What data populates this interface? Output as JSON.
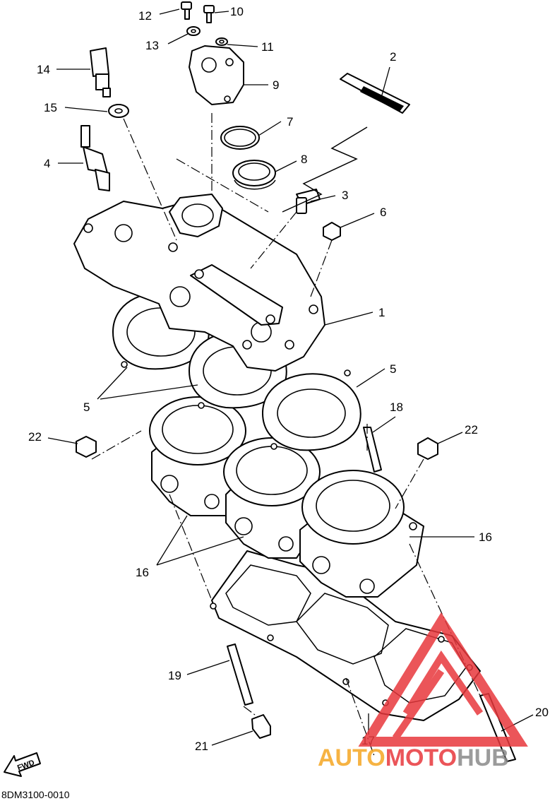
{
  "callouts": [
    {
      "id": "c12",
      "text": "12"
    },
    {
      "id": "c10",
      "text": "10"
    },
    {
      "id": "c13",
      "text": "13"
    },
    {
      "id": "c11",
      "text": "11"
    },
    {
      "id": "c14",
      "text": "14"
    },
    {
      "id": "c2",
      "text": "2"
    },
    {
      "id": "c9",
      "text": "9"
    },
    {
      "id": "c15",
      "text": "15"
    },
    {
      "id": "c7",
      "text": "7"
    },
    {
      "id": "c4",
      "text": "4"
    },
    {
      "id": "c8",
      "text": "8"
    },
    {
      "id": "c3",
      "text": "3"
    },
    {
      "id": "c6",
      "text": "6"
    },
    {
      "id": "c1",
      "text": "1"
    },
    {
      "id": "c5a",
      "text": "5"
    },
    {
      "id": "c5b",
      "text": "5"
    },
    {
      "id": "c18",
      "text": "18"
    },
    {
      "id": "c22a",
      "text": "22"
    },
    {
      "id": "c22b",
      "text": "22"
    },
    {
      "id": "c16a",
      "text": "16"
    },
    {
      "id": "c16b",
      "text": "16"
    },
    {
      "id": "c19",
      "text": "19"
    },
    {
      "id": "c20",
      "text": "20"
    },
    {
      "id": "c21",
      "text": "21"
    },
    {
      "id": "c17",
      "text": "17"
    }
  ],
  "direction_arrow": {
    "label": "FWD"
  },
  "diagram_code": "8DM3100-0010",
  "watermark": {
    "text_part1": "AUTO",
    "text_part2": "MOTO",
    "text_part3": "HUB",
    "color_orange": "#f5a623",
    "color_red": "#e8383d",
    "color_gray": "#8a8a8a"
  }
}
